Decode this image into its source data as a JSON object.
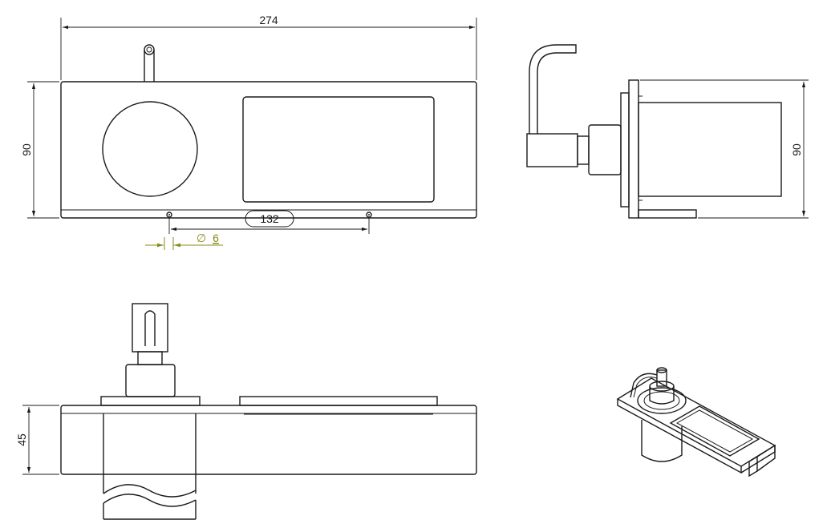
{
  "dimensions": {
    "width_top": "274",
    "height_front": "90",
    "height_side": "90",
    "hole_spacing": "132",
    "hole_diameter": "6",
    "diameter_symbol": "∅",
    "height_bottom": "45"
  },
  "colors": {
    "line": "#1a1a1a",
    "annotation": "#8a8a1a",
    "background": "#ffffff"
  }
}
